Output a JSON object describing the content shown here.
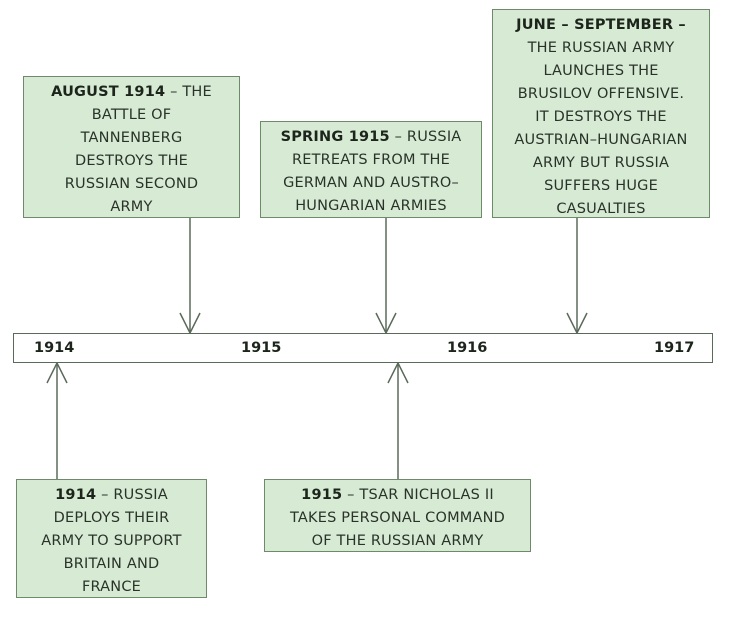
{
  "timeline": {
    "years": [
      "1914",
      "1915",
      "1916",
      "1917"
    ]
  },
  "events_above": [
    {
      "bold": "AUGUST 1914",
      "rest": " – THE",
      "lines": [
        "BATTLE OF",
        "TANNENBERG",
        "DESTROYS THE",
        "RUSSIAN SECOND",
        "ARMY"
      ]
    },
    {
      "bold": "SPRING 1915",
      "rest": " – RUSSIA",
      "lines": [
        "RETREATS FROM THE",
        "GERMAN AND AUSTRO–",
        "HUNGARIAN ARMIES"
      ]
    },
    {
      "bold": "JUNE – SEPTEMBER –",
      "rest": "",
      "lines": [
        "THE RUSSIAN ARMY",
        "LAUNCHES THE",
        "BRUSILOV OFFENSIVE.",
        "IT DESTROYS THE",
        "AUSTRIAN–HUNGARIAN",
        "ARMY BUT RUSSIA",
        "SUFFERS HUGE",
        "CASUALTIES"
      ]
    }
  ],
  "events_below": [
    {
      "bold": "1914",
      "rest": " – RUSSIA",
      "lines": [
        "DEPLOYS THEIR",
        "ARMY TO SUPPORT",
        "BRITAIN AND",
        "FRANCE"
      ]
    },
    {
      "bold": "1915",
      "rest": " – TSAR NICHOLAS II",
      "lines": [
        "TAKES PERSONAL COMMAND",
        "OF THE RUSSIAN ARMY"
      ]
    }
  ],
  "colors": {
    "box_fill": "#d7ebd4",
    "box_border": "#6e8a6a",
    "line": "#5a6a5a"
  }
}
